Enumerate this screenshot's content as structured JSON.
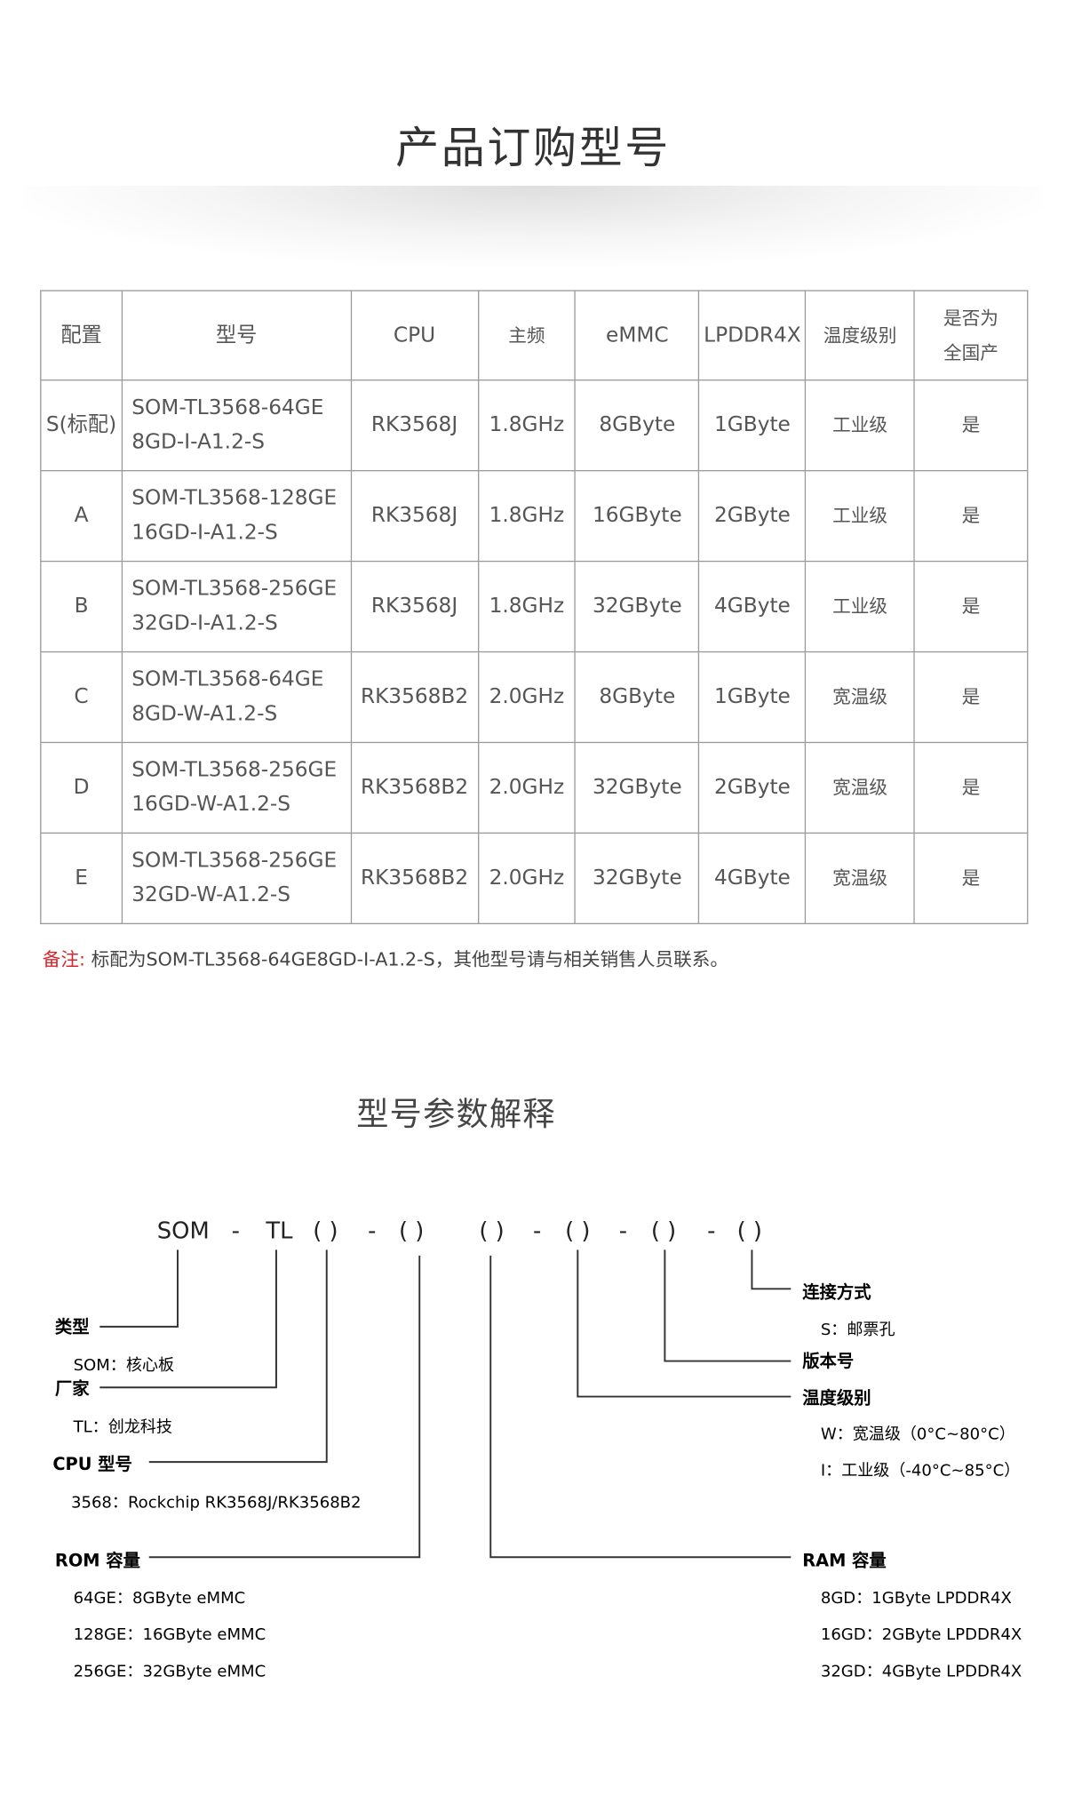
{
  "title": "产品订购型号",
  "table": {
    "headers": [
      "配置",
      "型号",
      "CPU",
      "主频",
      "eMMC",
      "LPDDR4X",
      "温度级别",
      "是否为",
      "全国产"
    ],
    "rows": [
      {
        "config": "S(标配)",
        "model1": "SOM-TL3568-64GE",
        "model2": "8GD-I-A1.2-S",
        "cpu": "RK3568J",
        "freq": "1.8GHz",
        "emmc": "8GByte",
        "ram": "1GByte",
        "temp": "工业级",
        "domestic": "是"
      },
      {
        "config": "A",
        "model1": "SOM-TL3568-128GE",
        "model2": "16GD-I-A1.2-S",
        "cpu": "RK3568J",
        "freq": "1.8GHz",
        "emmc": "16GByte",
        "ram": "2GByte",
        "temp": "工业级",
        "domestic": "是"
      },
      {
        "config": "B",
        "model1": "SOM-TL3568-256GE",
        "model2": "32GD-I-A1.2-S",
        "cpu": "RK3568J",
        "freq": "1.8GHz",
        "emmc": "32GByte",
        "ram": "4GByte",
        "temp": "工业级",
        "domestic": "是"
      },
      {
        "config": "C",
        "model1": "SOM-TL3568-64GE",
        "model2": "8GD-W-A1.2-S",
        "cpu": "RK3568B2",
        "freq": "2.0GHz",
        "emmc": "8GByte",
        "ram": "1GByte",
        "temp": "宽温级",
        "domestic": "是"
      },
      {
        "config": "D",
        "model1": "SOM-TL3568-256GE",
        "model2": "16GD-W-A1.2-S",
        "cpu": "RK3568B2",
        "freq": "2.0GHz",
        "emmc": "32GByte",
        "ram": "2GByte",
        "temp": "宽温级",
        "domestic": "是"
      },
      {
        "config": "E",
        "model1": "SOM-TL3568-256GE",
        "model2": "32GD-W-A1.2-S",
        "cpu": "RK3568B2",
        "freq": "2.0GHz",
        "emmc": "32GByte",
        "ram": "4GByte",
        "temp": "宽温级",
        "domestic": "是"
      }
    ]
  },
  "note": {
    "label": "备注:",
    "text": "标配为SOM-TL3568-64GE8GD-I-A1.2-S，其他型号请与相关销售人员联系。"
  },
  "title2": "型号参数解释",
  "diagram": {
    "code": [
      "SOM",
      "-",
      "TL",
      "( )",
      "-",
      "( )",
      "( )",
      "-",
      "( )",
      "-",
      "( )",
      "-",
      "( )"
    ],
    "type": {
      "label": "类型",
      "desc": "SOM：核心板"
    },
    "vendor": {
      "label": "厂家",
      "desc": "TL：创龙科技"
    },
    "cpu": {
      "label": "CPU 型号",
      "desc": "3568：Rockchip RK3568J/RK3568B2"
    },
    "rom": {
      "label": "ROM 容量",
      "items": [
        "64GE：8GByte eMMC",
        "128GE：16GByte eMMC",
        "256GE：32GByte eMMC"
      ]
    },
    "connect": {
      "label": "连接方式",
      "desc": "S：邮票孔"
    },
    "version": {
      "label": "版本号"
    },
    "temp": {
      "label": "温度级别",
      "items": [
        "W：宽温级（0°C~80°C）",
        "I：工业级（-40°C~85°C）"
      ]
    },
    "ram": {
      "label": "RAM 容量",
      "items": [
        "8GD：1GByte LPDDR4X",
        "16GD：2GByte LPDDR4X",
        "32GD：4GByte LPDDR4X"
      ]
    }
  },
  "colors": {
    "accent": "#d9262c",
    "border": "#999999"
  }
}
